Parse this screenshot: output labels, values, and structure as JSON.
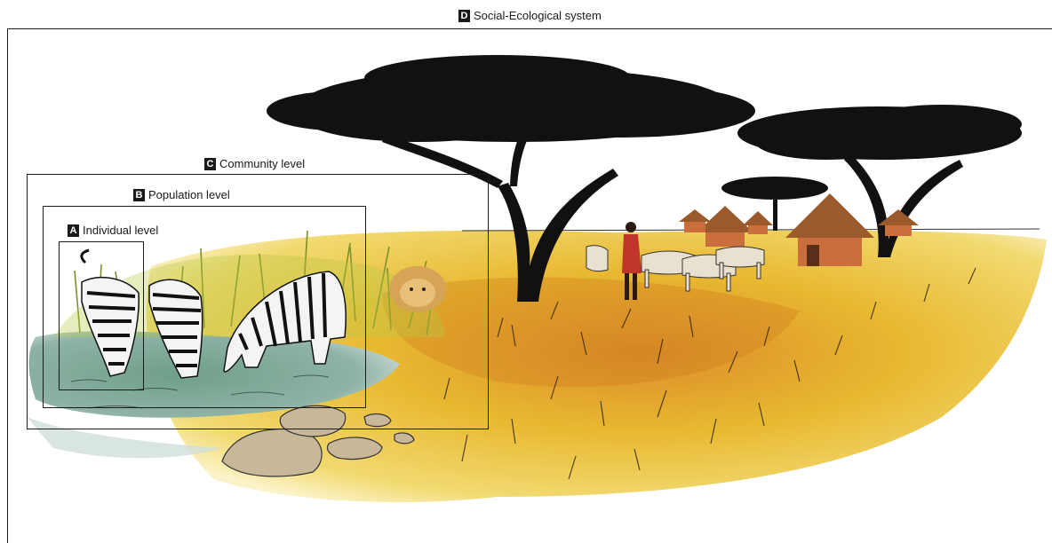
{
  "diagram": {
    "levels": [
      {
        "letter": "D",
        "label": "Social-Ecological system"
      },
      {
        "letter": "C",
        "label": "Community level"
      },
      {
        "letter": "B",
        "label": "Population level"
      },
      {
        "letter": "A",
        "label": "Individual level"
      }
    ]
  },
  "colors": {
    "savanna": "#e2b224",
    "savanna_dark": "#d0821e",
    "water": "#7fa59a",
    "grass": "#a9bb3a",
    "tree": "#111111",
    "hut_wall": "#c96e3c",
    "hut_roof": "#9a5a2c",
    "frame": "#1a1a1a"
  },
  "icons": [
    "acacia-tree-icon",
    "zebra-icon",
    "lion-icon",
    "herder-icon",
    "cattle-icon",
    "hut-icon",
    "rock-icon"
  ]
}
